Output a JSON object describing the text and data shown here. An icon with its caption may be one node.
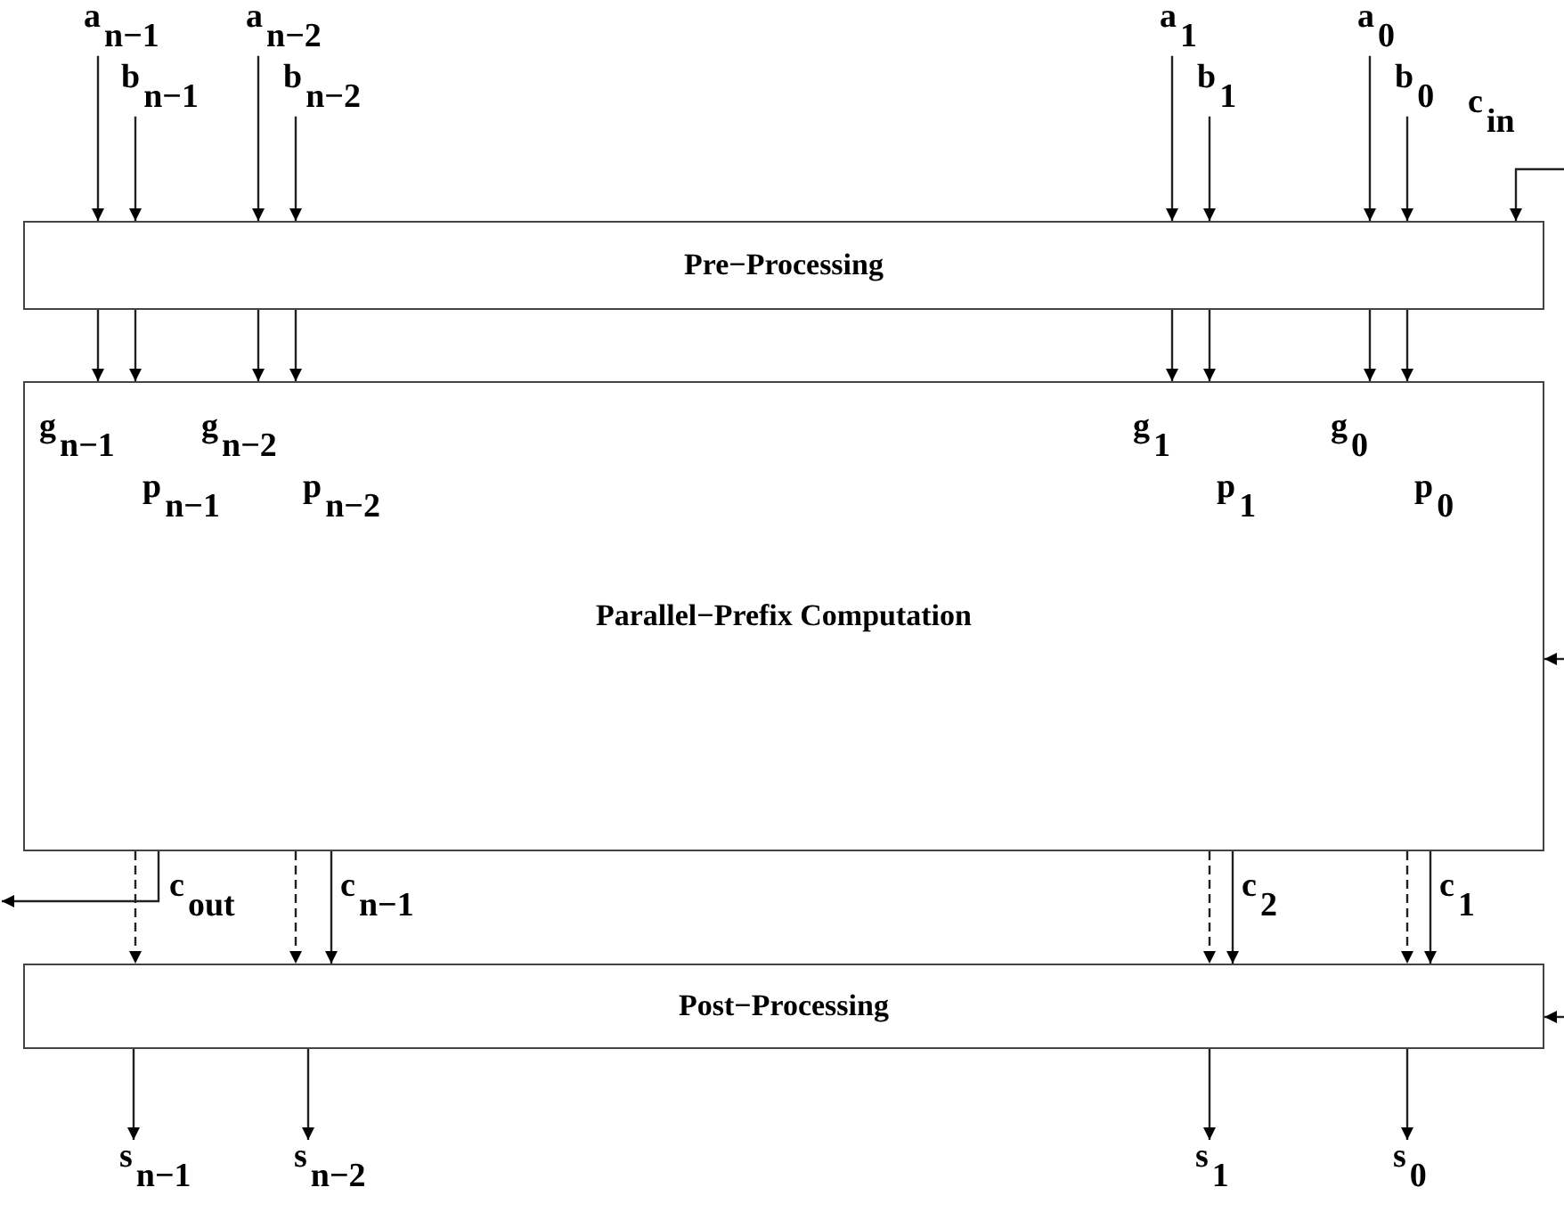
{
  "diagram": {
    "nodes": [
      {
        "text": [
          "a$_{n−1}$"
        ]
      },
      {
        "text": [
          "b$_{n−1}$"
        ]
      },
      {
        "text": [
          "a$_{n−2}$"
        ]
      },
      {
        "text": [
          "b$_{n−2}$"
        ]
      },
      {
        "text": [
          "a$_{1}$"
        ]
      },
      {
        "text": [
          "b$_{1}$"
        ]
      },
      {
        "text": [
          "a$_{0}$"
        ]
      },
      {
        "text": [
          "b$_{0}$"
        ]
      },
      {
        "text": [
          "Pre−Processing"
        ]
      },
      {
        "text": [
          "Parallel−Prefix Computation"
        ]
      },
      {
        "text": [
          "Post−Processing"
        ]
      },
      {
        "text": [
          "s$_{n−1}$"
        ]
      },
      {
        "text": [
          "s$_{n−2}$"
        ]
      },
      {
        "text": [
          "s$_{1}$"
        ]
      },
      {
        "text": [
          "s$_{0}$"
        ]
      }
    ],
    "edges": [
      {
        "from": 0,
        "to": 8,
        "arrow": "to"
      },
      {
        "from": 1,
        "to": 8,
        "arrow": "to"
      },
      {
        "from": 2,
        "to": 8,
        "arrow": "to"
      },
      {
        "from": 3,
        "to": 8,
        "arrow": "to"
      },
      {
        "from": 4,
        "to": 8,
        "arrow": "to"
      },
      {
        "from": 5,
        "to": 8,
        "arrow": "to"
      },
      {
        "from": 6,
        "to": 8,
        "arrow": "to"
      },
      {
        "from": 7,
        "to": 8,
        "arrow": "to"
      },
      {
        "from": null,
        "to": 8,
        "arrow": "to",
        "label": "c$_{in}$"
      },
      {
        "from": 8,
        "to": 9,
        "arrow": "to",
        "label": "g$_{n−1}$"
      },
      {
        "from": 8,
        "to": 9,
        "arrow": "to",
        "label": "p$_{n−1}$"
      },
      {
        "from": 8,
        "to": 9,
        "arrow": "to",
        "label": "g$_{n−2}$"
      },
      {
        "from": 8,
        "to": 9,
        "arrow": "to",
        "label": "p$_{n−2}$"
      },
      {
        "from": 8,
        "to": 9,
        "arrow": "to",
        "label": "g$_{1}$"
      },
      {
        "from": 8,
        "to": 9,
        "arrow": "to",
        "label": "p$_{1}$"
      },
      {
        "from": 8,
        "to": 9,
        "arrow": "to",
        "label": "g$_{0}$"
      },
      {
        "from": 8,
        "to": 9,
        "arrow": "to",
        "label": "p$_{0}$"
      },
      {
        "from": null,
        "to": 9,
        "arrow": "to"
      },
      {
        "from": null,
        "to": 10,
        "arrow": "to"
      },
      {
        "from": 9,
        "to": 10,
        "arrow": "to",
        "style": "dashed"
      },
      {
        "from": 9,
        "to": null,
        "arrow": "to",
        "label": "c$_{out}$"
      },
      {
        "from": 9,
        "to": 10,
        "arrow": "to",
        "style": "dashed"
      },
      {
        "from": 9,
        "to": 10,
        "arrow": "to",
        "label": "c$_{n−1}$"
      },
      {
        "from": 9,
        "to": 10,
        "arrow": "to",
        "style": "dashed"
      },
      {
        "from": 9,
        "to": 10,
        "arrow": "to",
        "label": "c$_{2}$"
      },
      {
        "from": 9,
        "to": 10,
        "arrow": "to",
        "style": "dashed"
      },
      {
        "from": 9,
        "to": 10,
        "arrow": "to",
        "label": "c$_{1}$"
      },
      {
        "from": 10,
        "to": 11,
        "arrow": "to"
      },
      {
        "from": 10,
        "to": 12,
        "arrow": "to"
      },
      {
        "from": 10,
        "to": 13,
        "arrow": "to"
      },
      {
        "from": 10,
        "to": 14,
        "arrow": "to"
      }
    ]
  }
}
